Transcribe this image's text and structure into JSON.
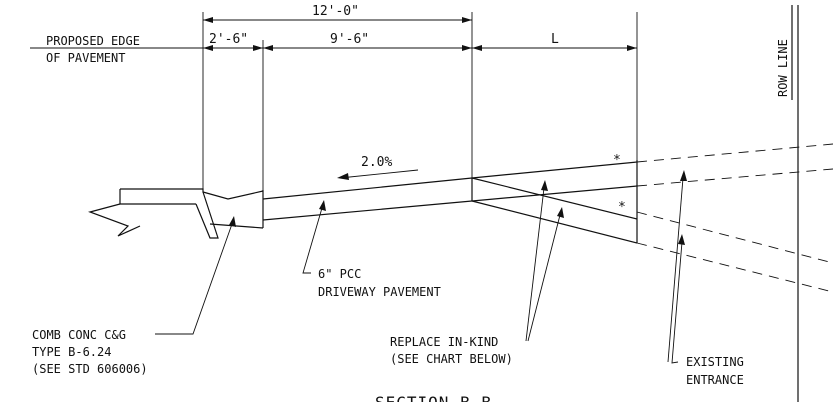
{
  "dimensions": {
    "total": "12'-0\"",
    "left": "2'-6\"",
    "middle": "9'-6\"",
    "right": "L"
  },
  "labels": {
    "proposed_edge_line1": "PROPOSED EDGE",
    "proposed_edge_line2": "OF PAVEMENT",
    "row_line": "ROW LINE",
    "slope": "2.0%",
    "pcc_line1": "6\" PCC",
    "pcc_line2": "DRIVEWAY PAVEMENT",
    "cg_line1": "COMB CONC C&G",
    "cg_line2": "TYPE B-6.24",
    "cg_line3": "(SEE STD 606006)",
    "replace_line1": "REPLACE IN-KIND",
    "replace_line2": "(SEE CHART BELOW)",
    "existing_line1": "EXISTING",
    "existing_line2": "ENTRANCE",
    "asterisk": "*",
    "section_title": "SECTION B-B"
  }
}
